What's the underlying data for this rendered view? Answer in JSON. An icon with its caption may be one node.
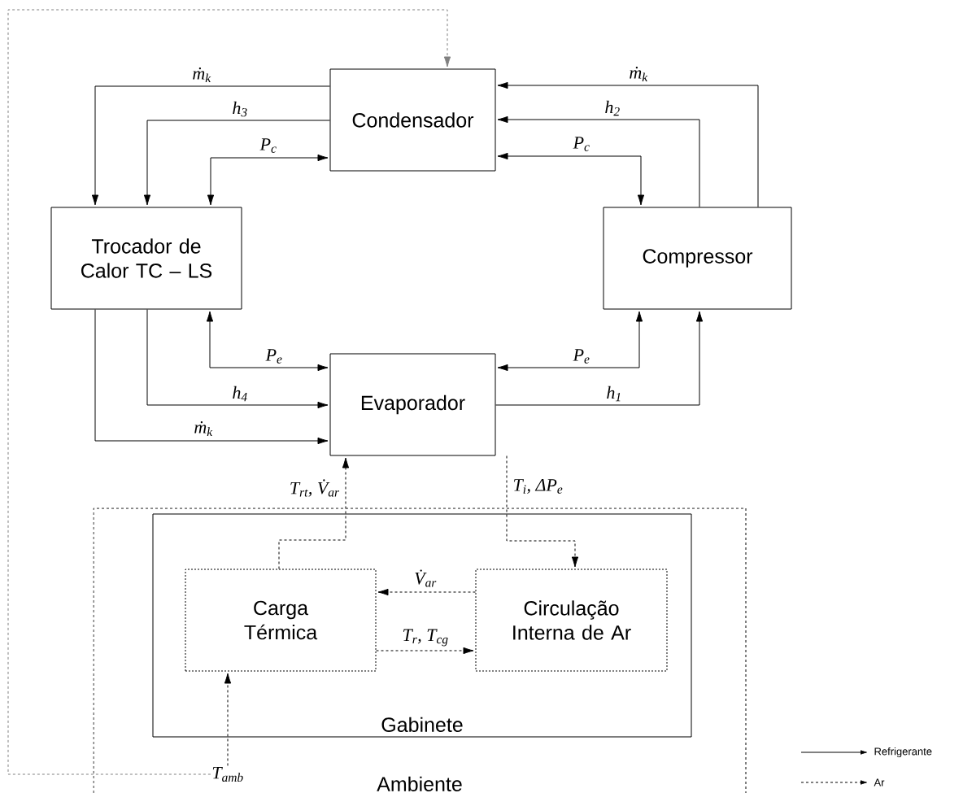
{
  "diagram": {
    "nodes": [
      {
        "text": [
          "Condensador"
        ]
      },
      {
        "text": [
          "Trocador de Calor TC – LS"
        ]
      },
      {
        "text": [
          "Compressor"
        ]
      },
      {
        "text": [
          "Evaporador"
        ]
      },
      {
        "text": [
          "Ambiente"
        ]
      },
      {
        "text": [
          "Gabinete"
        ],
        "in": 4
      },
      {
        "text": [
          "Carga Térmica"
        ],
        "in": 5
      },
      {
        "text": [
          "Circulação Interna de Ar"
        ],
        "in": 5
      },
      {
        "text": [
          "T$_{amb}$"
        ],
        "in": 4
      }
    ],
    "edges": [
      {
        "from": 0,
        "to": 1,
        "arrow": "to",
        "label": "ṁ$_{k}$"
      },
      {
        "from": 0,
        "to": 1,
        "arrow": "to",
        "label": "h$_{3}$"
      },
      {
        "from": 0,
        "to": 1,
        "arrow": "both",
        "label": "P$_{c}$"
      },
      {
        "from": 2,
        "to": 0,
        "arrow": "to",
        "label": "ṁ$_{k}$"
      },
      {
        "from": 2,
        "to": 0,
        "arrow": "to",
        "label": "h$_{2}$"
      },
      {
        "from": 0,
        "to": 2,
        "arrow": "both",
        "label": "P$_{c}$"
      },
      {
        "from": 1,
        "to": 3,
        "arrow": "both",
        "label": "P$_{e}$"
      },
      {
        "from": 1,
        "to": 3,
        "arrow": "to",
        "label": "h$_{4}$"
      },
      {
        "from": 1,
        "to": 3,
        "arrow": "to",
        "label": "ṁ$_{k}$"
      },
      {
        "from": 3,
        "to": 2,
        "arrow": "both",
        "label": "P$_{e}$"
      },
      {
        "from": 3,
        "to": 2,
        "arrow": "to",
        "label": "h$_{1}$"
      },
      {
        "from": 6,
        "to": 3,
        "arrow": "to",
        "label": "T$_{rt}$, V̇$_{ar}$",
        "style": "dashed"
      },
      {
        "from": 3,
        "to": 7,
        "arrow": "to",
        "label": "T$_{i}$, ΔP$_{e}$",
        "style": "dashed"
      },
      {
        "from": 7,
        "to": 6,
        "arrow": "to",
        "label": "V̇$_{ar}$",
        "style": "dashed"
      },
      {
        "from": 6,
        "to": 7,
        "arrow": "to",
        "label": "T$_{r}$, T$_{cg}$",
        "style": "dashed"
      },
      {
        "from": 8,
        "to": 6,
        "arrow": "to",
        "style": "dashed"
      },
      {
        "from": 8,
        "to": 0,
        "arrow": "to",
        "style": "dashed",
        "color": "#808080"
      }
    ],
    "legend": [
      {
        "text": "Refrigerante"
      },
      {
        "text": "Ar"
      }
    ]
  }
}
